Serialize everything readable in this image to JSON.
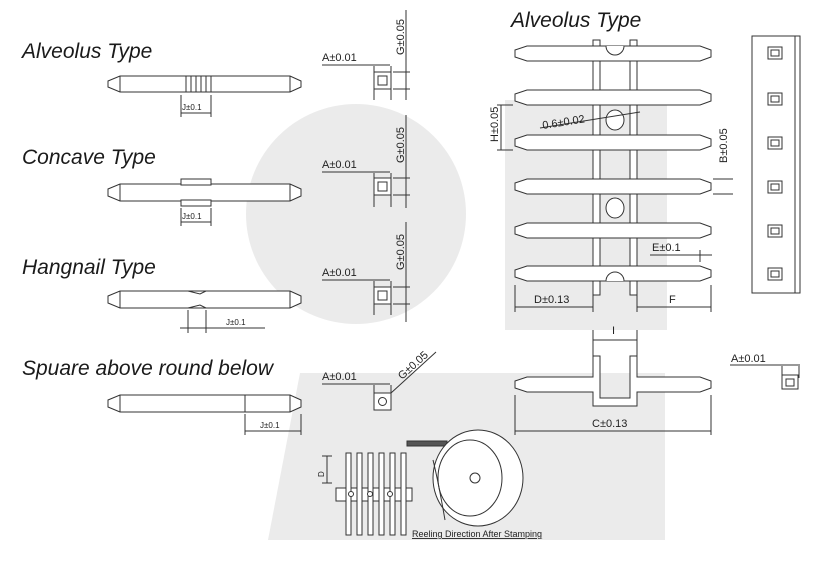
{
  "titles": {
    "alveolus_left": "Alveolus Type",
    "alveolus_right": "Alveolus Type",
    "concave": "Concave Type",
    "hangnail": "Hangnail Type",
    "square_round": "Spuare above round below"
  },
  "dims": {
    "a_tol": "A±0.01",
    "g_tol": "G±0.05",
    "j_tol": "J±0.1",
    "h_tol": "H±0.05",
    "b_tol": "B±0.05",
    "dia": "0.6±0.02",
    "e_tol": "E±0.1",
    "d_tol": "D±0.13",
    "f_label": "F",
    "i_label": "I",
    "c_tol": "C±0.13",
    "d_label": "D"
  },
  "caption": "Reeling Direction After Stamping",
  "colors": {
    "line": "#333333",
    "watermark": "#e8e8e8",
    "background": "#ffffff"
  }
}
